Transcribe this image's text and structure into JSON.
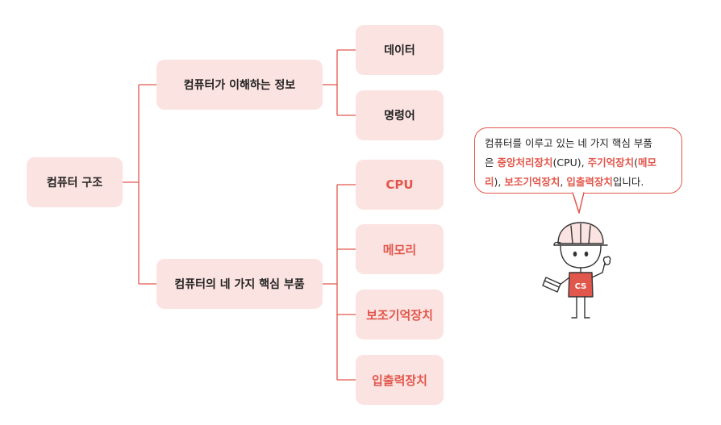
{
  "root": {
    "label": "컴퓨터 구조"
  },
  "branches": [
    {
      "label": "컴퓨터가 이해하는 정보",
      "children": [
        "데이터",
        "명령어"
      ]
    },
    {
      "label": "컴퓨터의 네 가지 핵심 부품",
      "children": [
        "CPU",
        "메모리",
        "보조기억장치",
        "입출력장치"
      ]
    }
  ],
  "bubble": {
    "line1": "컴퓨터를 이루고 있는 네 가지 핵심 부품",
    "line2_pre": "은 ",
    "line2_hl1": "중앙처리장치",
    "line2_mid": "(CPU), ",
    "line2_hl2": "주기억장치",
    "line2_paren": "(",
    "line2_hl3": "메모",
    "line3_hl3": "리",
    "line3_mid": "), ",
    "line3_hl4": "보조기억장치",
    "line3_sep": ", ",
    "line3_hl5": "입출력장치",
    "line3_post": "입니다."
  },
  "mascot": {
    "badge": "CS"
  },
  "colors": {
    "accent": "#e2574c",
    "node_bg": "#fbe3e1",
    "line": "#e2574c"
  }
}
